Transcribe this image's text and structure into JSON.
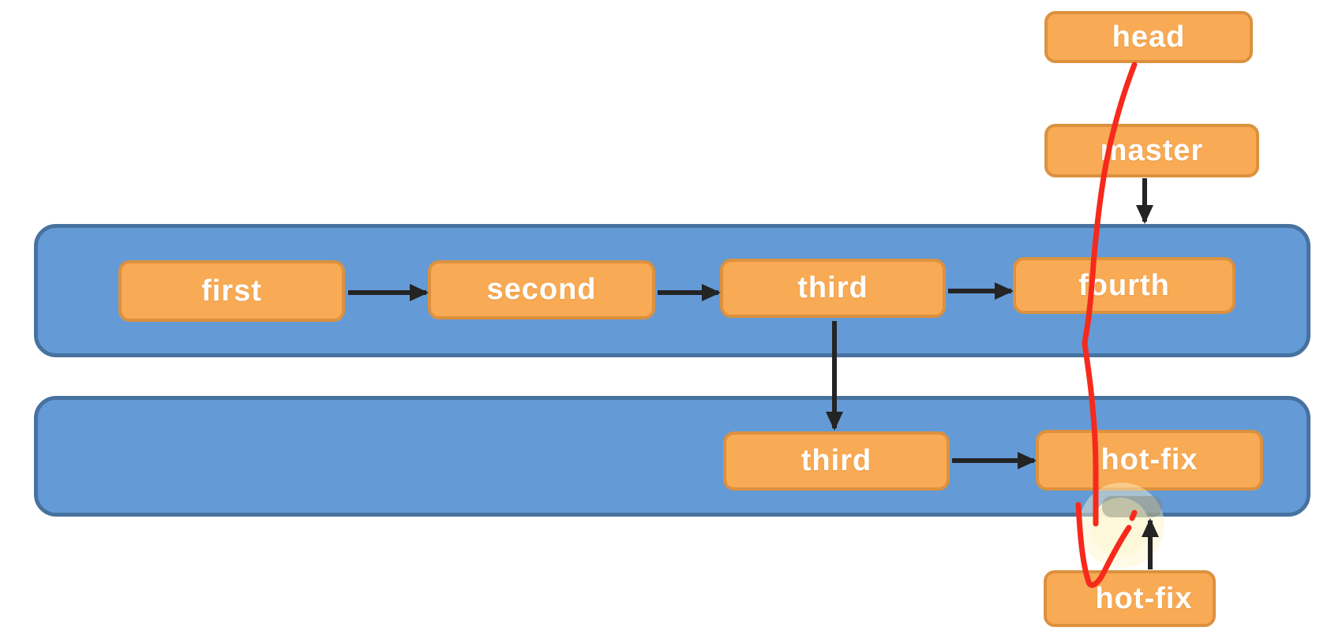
{
  "diagram": {
    "type": "git-branch-diagram",
    "lanes": [
      {
        "id": "master-branch",
        "commits": [
          "first",
          "second",
          "third",
          "fourth"
        ]
      },
      {
        "id": "hotfix-branch",
        "commits": [
          "third",
          "hot-fix"
        ]
      }
    ],
    "nodes": {
      "head": "head",
      "master": "master",
      "first": "first",
      "second": "second",
      "third_master": "third",
      "fourth": "fourth",
      "third_hotfix": "third",
      "hotfix_commit": "hot-fix",
      "hotfix_branch_label": "hot-fix"
    },
    "arrows": [
      "first to second",
      "second to third",
      "third to fourth",
      "third(master) down to third(hot-fix)",
      "third(hot-fix) to hot-fix",
      "master down to lane",
      "hot-fix label up to lane"
    ],
    "annotation": "red hand-drawn stroke from head down to hot-fix label with check-mark hook",
    "colors": {
      "node_fill": "#F8AA54",
      "node_border": "#DC913E",
      "lane_fill": "#649AD6",
      "lane_border": "#47729F",
      "arrow": "#242424",
      "annotation_red": "#F62A1C",
      "highlight_glow": "#FCF3C8",
      "smudge_gray": "#81846F",
      "text": "#FFFFFF",
      "background": "#FFFFFF"
    }
  }
}
